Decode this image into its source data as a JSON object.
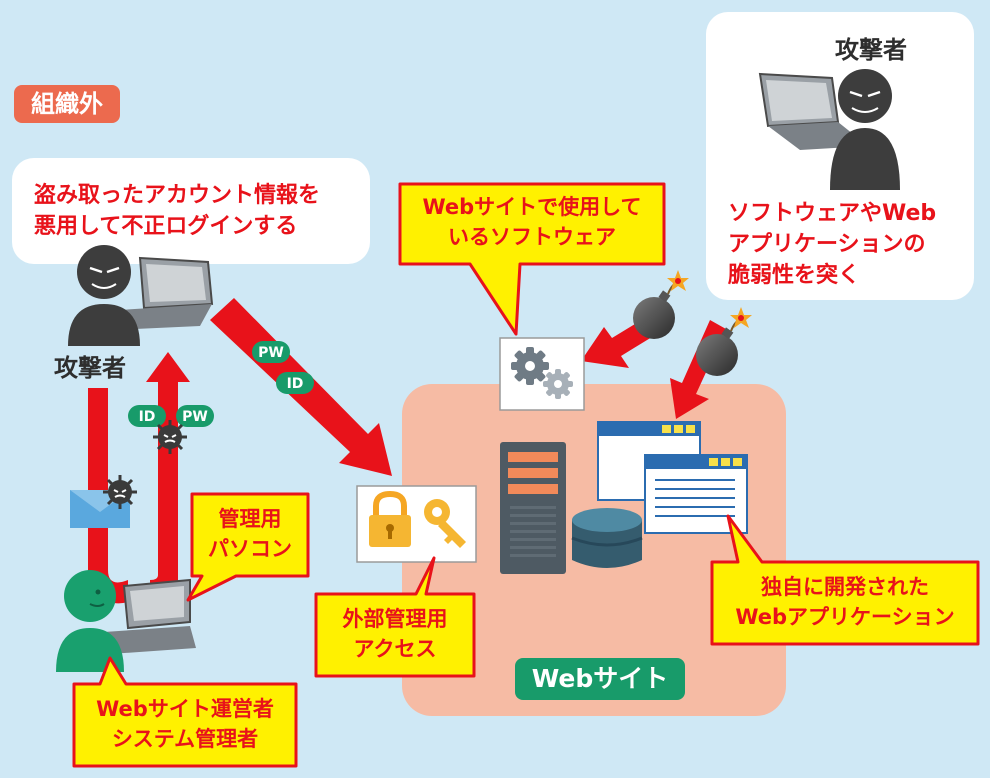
{
  "outside_org_label": "組織外",
  "attacker_top": {
    "label": "攻撃者",
    "note": [
      "ソフトウェアやWeb",
      "アプリケーションの",
      "脆弱性を突く"
    ]
  },
  "attacker_left": {
    "label": "攻撃者",
    "note": [
      "盗み取ったアカウント情報を",
      "悪用して不正ログインする"
    ]
  },
  "callouts": {
    "software": [
      "Webサイトで使用して",
      "いるソフトウェア"
    ],
    "admin_pc": [
      "管理用",
      "パソコン"
    ],
    "external_admin": [
      "外部管理用",
      "アクセス"
    ],
    "webapp": [
      "独自に開発された",
      "Webアプリケーション"
    ],
    "operator": [
      "Webサイト運営者",
      "システム管理者"
    ]
  },
  "website_label": "Webサイト",
  "credential_tags": {
    "pw": "PW",
    "id": "ID"
  },
  "colors": {
    "background": "#cfe8f5",
    "website_zone": "#f6bba4",
    "attack_arrow": "#e8121a",
    "callout_fill": "#fff100",
    "accent_green": "#189b6a"
  },
  "icons": [
    "laptop-icon",
    "attacker-silhouette-icon",
    "operator-silhouette-icon",
    "gear-icon",
    "padlock-icon",
    "key-icon",
    "server-icon",
    "database-icon",
    "browser-window-icon",
    "bomb-icon",
    "virus-icon",
    "envelope-icon"
  ]
}
